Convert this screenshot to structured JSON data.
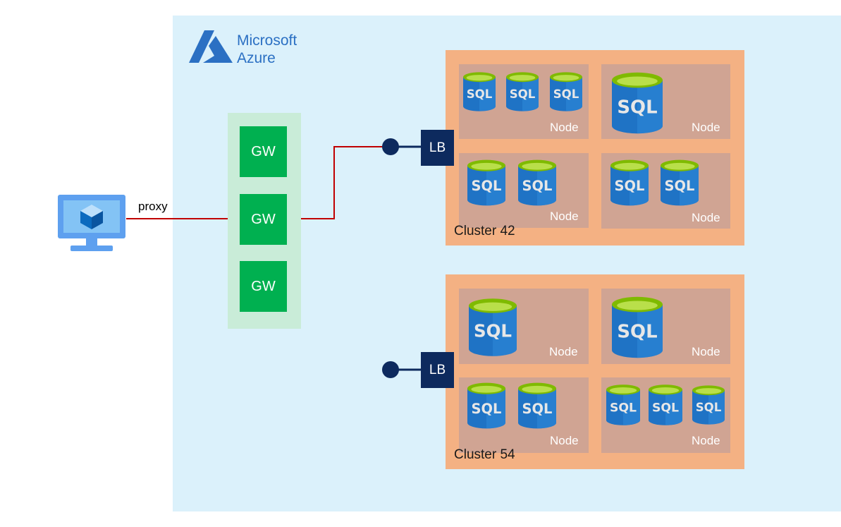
{
  "logo": {
    "line1": "Microsoft",
    "line2": "Azure"
  },
  "client": {
    "proxy_label": "proxy"
  },
  "gateway": {
    "items": [
      "GW",
      "GW",
      "GW"
    ]
  },
  "sql_label": "SQL",
  "node_label": "Node",
  "lb_label": "LB",
  "clusters": [
    {
      "label": "Cluster 42"
    },
    {
      "label": "Cluster 54"
    }
  ],
  "colors": {
    "azure_blue": "#2b70c3",
    "region_bg": "#dbf1fb",
    "gateway_green": "#00b050",
    "cluster_orange": "#f4b183",
    "node_brown": "#d0a493",
    "lb_navy": "#0d2a5e",
    "sql_blue": "#1f73c5",
    "sql_top": "#8cc63f",
    "red_line": "#c00000",
    "blue_line": "#2e75b6"
  }
}
